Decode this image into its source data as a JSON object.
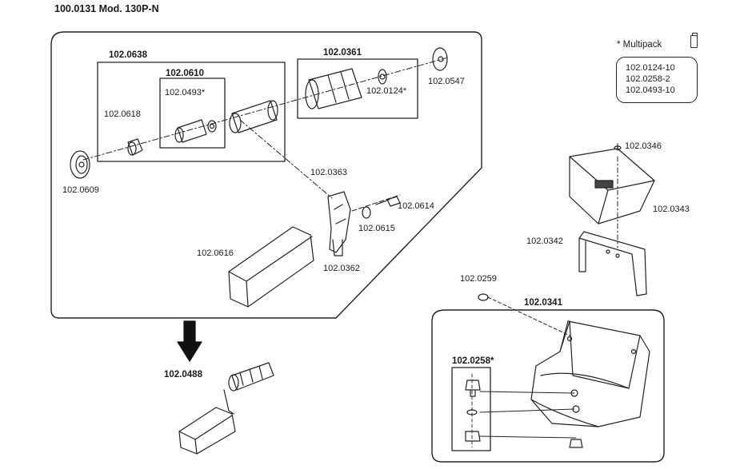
{
  "title": "100.0131 Mod. 130P-N",
  "multipack": {
    "heading": "* Multipack",
    "icon": "package-icon",
    "items": [
      "102.0124-10",
      "102.0258-2",
      "102.0493-10"
    ]
  },
  "groups": {
    "g0638": "102.0638",
    "g0610": "102.0610",
    "g0361": "102.0361",
    "g0341": "102.0341",
    "g0258": "102.0258*"
  },
  "parts": {
    "p0493": "102.0493*",
    "p0618": "102.0618",
    "p0124": "102.0124*",
    "p0547": "102.0547",
    "p0609": "102.0609",
    "p0363": "102.0363",
    "p0614": "102.0614",
    "p0615": "102.0615",
    "p0616": "102.0616",
    "p0362": "102.0362",
    "p0488": "102.0488",
    "p0346": "102.0346",
    "p0343": "102.0343",
    "p0342": "102.0342",
    "p0259": "102.0259"
  }
}
